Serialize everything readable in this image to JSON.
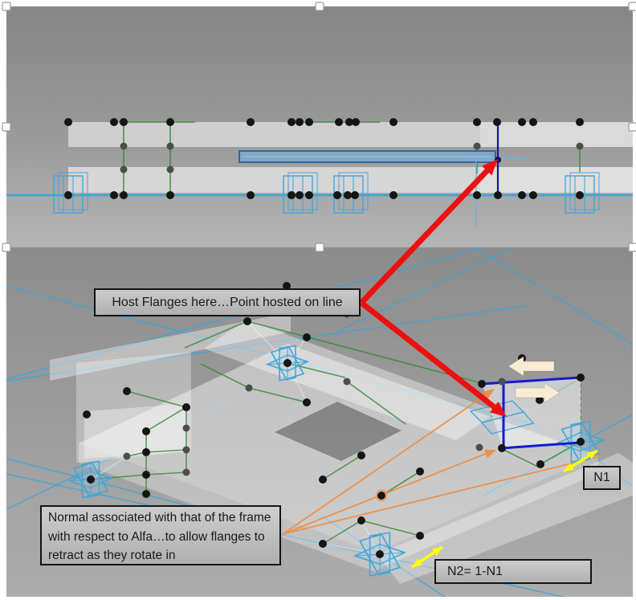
{
  "callouts": {
    "host_flanges": "Host Flanges here…Point hosted on line",
    "normal_note": "Normal associated with that of the frame with respect to Alfa…to allow flanges to retract as they rotate in",
    "n1": "N1",
    "n2": "N2= 1-N1"
  },
  "icons": {
    "selection_handle": "resize-handle-square",
    "adaptive_point": "adaptive-point-gizmo-star",
    "reference_point": "black-node-dot"
  },
  "colors": {
    "page_bg": "#ffffff",
    "canvas_top_start": "#868686",
    "canvas_top_end": "#b5b5b5",
    "canvas_bottom_start": "#8c8c8c",
    "canvas_bottom_end": "#adadad",
    "slab_white": "#ffffff",
    "hole_dark": "#6a6a6a",
    "cyan_ref": "#35a6dd",
    "green_ref": "#3d8c3d",
    "orange_ref": "#ef8f45",
    "flange_blue": "#1717d6",
    "slab_bar_fill": "#7fa6cb",
    "slab_bar_stroke": "#33679e",
    "gizmo_blue": "#41a5d9",
    "dot_black": "#151515",
    "dot_gray": "#4d4d4d",
    "red_arrow": "#ee1010",
    "yellow_arrow": "#ffff00",
    "cream_arrow": "#f8edd3",
    "handle_fill": "#ffffff",
    "handle_stroke": "#9a9a9a"
  }
}
